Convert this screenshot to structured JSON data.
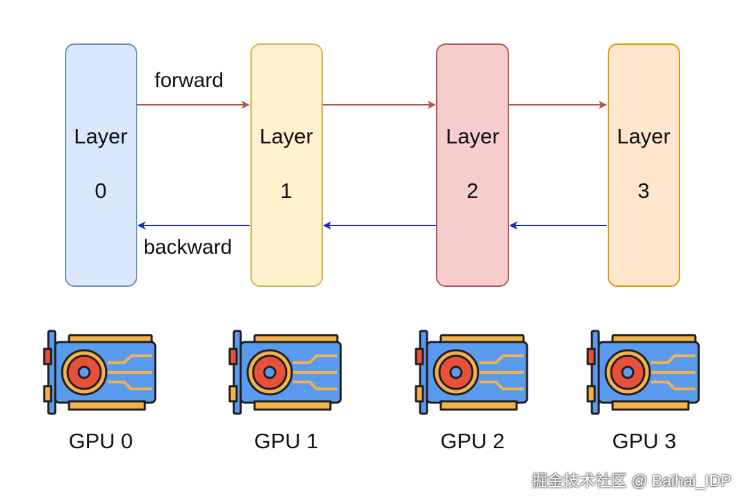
{
  "colors": {
    "forward_arrow": "#b85450",
    "backward_arrow": "#1f2ab5",
    "layer_fills": [
      "#dae8fc",
      "#fff2cc",
      "#f8cecc",
      "#ffe6cc"
    ],
    "layer_borders": [
      "#6c8ebf",
      "#d6b656",
      "#b85450",
      "#d79b00"
    ],
    "gpu_board": "#5b9bef",
    "gpu_frame": "#1e1e1e",
    "gpu_accent": "#f6b24a",
    "gpu_fan": "#e8503a"
  },
  "layers": [
    {
      "title": "Layer",
      "index": "0"
    },
    {
      "title": "Layer",
      "index": "1"
    },
    {
      "title": "Layer",
      "index": "2"
    },
    {
      "title": "Layer",
      "index": "3"
    }
  ],
  "arrows": {
    "forward_label": "forward",
    "backward_label": "backward"
  },
  "gpus": [
    {
      "label": "GPU 0",
      "icon": "graphics-card-icon"
    },
    {
      "label": "GPU 1",
      "icon": "graphics-card-icon"
    },
    {
      "label": "GPU 2",
      "icon": "graphics-card-icon"
    },
    {
      "label": "GPU 3",
      "icon": "graphics-card-icon"
    }
  ],
  "watermark": "掘金技术社区 @ Baihai_IDP"
}
